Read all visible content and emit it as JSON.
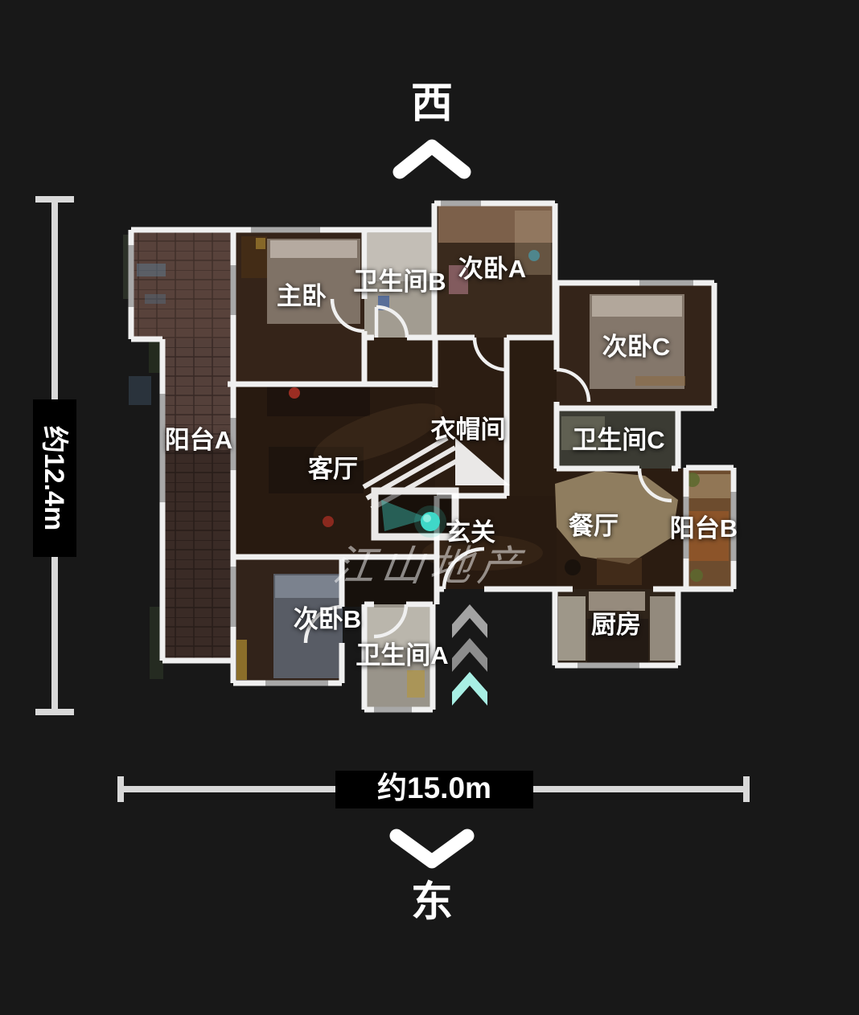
{
  "compass": {
    "west": "西",
    "east": "东"
  },
  "dimensions": {
    "height": "约12.4m",
    "width": "约15.0m"
  },
  "rooms": {
    "master_bedroom": "主卧",
    "bathroom_b": "卫生间B",
    "bedroom_a": "次卧A",
    "bedroom_c": "次卧C",
    "balcony_a": "阳台A",
    "living_room": "客厅",
    "cloakroom": "衣帽间",
    "bathroom_c": "卫生间C",
    "entry": "玄关",
    "dining_room": "餐厅",
    "balcony_b": "阳台B",
    "bedroom_b": "次卧B",
    "bathroom_a": "卫生间A",
    "kitchen": "厨房"
  },
  "watermark": {
    "brand": "江山地产"
  },
  "colors": {
    "background": "#181818",
    "wall": "#f0f0f0",
    "window": "#a8a8a8",
    "label": "#ffffff",
    "dimension_line": "#d9d9d9",
    "dimension_chip": "#000000",
    "camera_accent": "#3fd8c8",
    "entry_arrow_cyan": "#a8efe4",
    "entry_arrow_gray": "#ababab"
  }
}
